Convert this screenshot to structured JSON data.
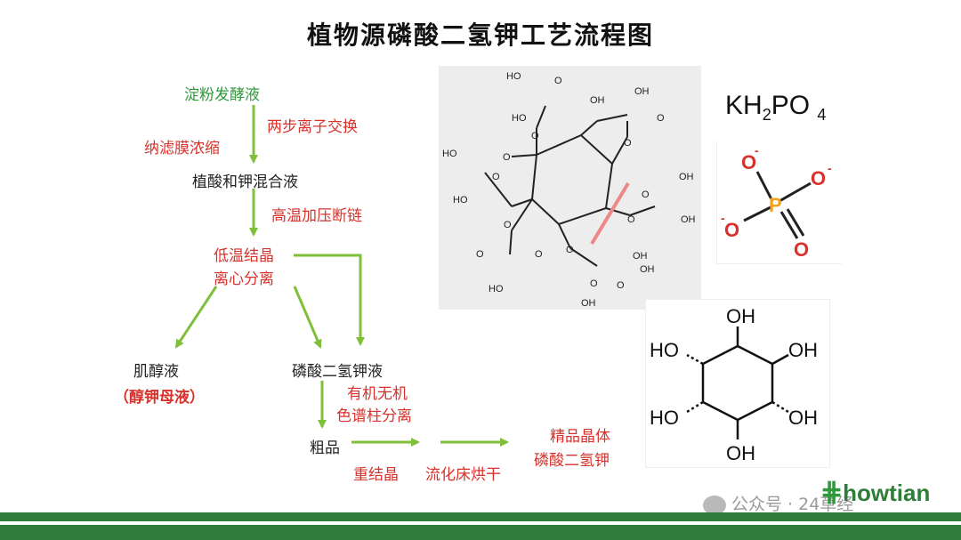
{
  "title": "植物源磷酸二氢钾工艺流程图",
  "flow": {
    "start": "淀粉发酵液",
    "step_ion": "两步离子交换",
    "step_membrane": "纳滤膜浓缩",
    "mix": "植酸和钾混合液",
    "step_hightemp": "高温加压断链",
    "cryst_line1": "低温结晶",
    "cryst_line2": "离心分离",
    "inositol": "肌醇液",
    "inositol_note": "（醇钾母液）",
    "kdp_liquid": "磷酸二氢钾液",
    "step_chrom_line1": "有机无机",
    "step_chrom_line2": "色谱柱分离",
    "crude": "粗品",
    "step_recryst": "重结晶",
    "step_dry": "流化床烘干",
    "final_line1": "精品晶体",
    "final_line2": "磷酸二氢钾"
  },
  "formula": {
    "main": "KH",
    "sub2": "2",
    "po": "PO",
    "sub4": "4"
  },
  "structures": {
    "phytic_acid_labels": [
      "HO",
      "HO",
      "O",
      "O",
      "OH",
      "OH",
      "O",
      "O",
      "HO",
      "HO",
      "O",
      "O",
      "O",
      "OH",
      "OH",
      "O",
      "O",
      "O",
      "O",
      "OH",
      "HO",
      "O",
      "O",
      "OH",
      "OH",
      "O"
    ],
    "phosphate_labels": [
      "O",
      "-",
      "O",
      "-",
      "O",
      "-",
      "P",
      "O"
    ],
    "inositol_labels": [
      "OH",
      "HO",
      "OH",
      "HO",
      "OH",
      "OH"
    ]
  },
  "watermark": "公众号 · 24草经",
  "logo": "howtian",
  "colors": {
    "green": "#2e9a3a",
    "red": "#d8322c",
    "bar": "#2f7d3a"
  }
}
